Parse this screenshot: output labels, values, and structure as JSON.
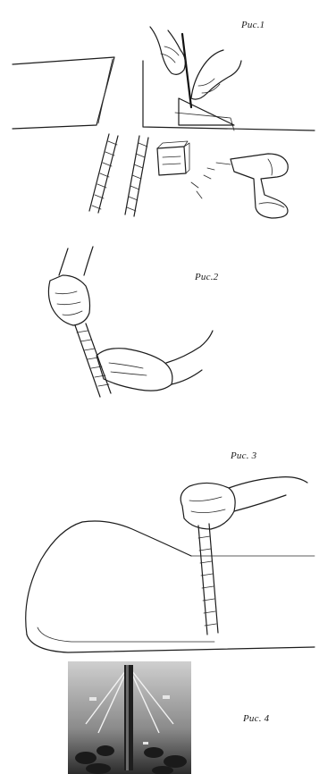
{
  "figures": [
    {
      "caption": "Рис.1"
    },
    {
      "caption": "Рис.2"
    },
    {
      "caption": "Рис. 3"
    },
    {
      "caption": "Рис. 4"
    }
  ],
  "colors": {
    "ink": "#1c1c1c",
    "paper": "#ffffff",
    "photo_dark": "#2b2b2b",
    "photo_light": "#cfcfcf"
  }
}
